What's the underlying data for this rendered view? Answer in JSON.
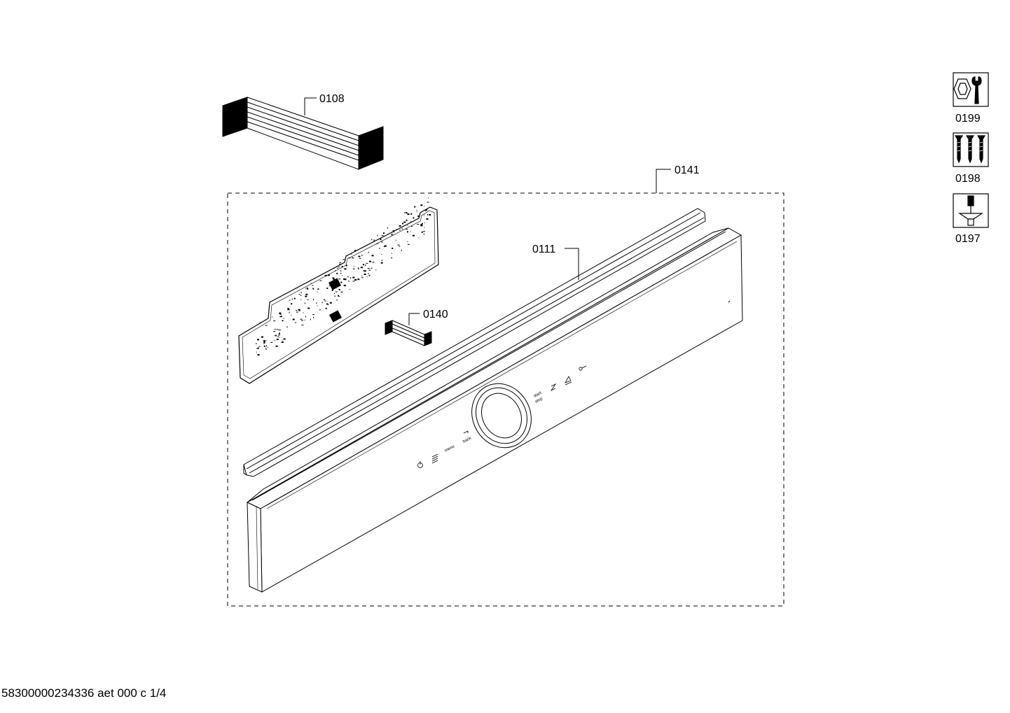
{
  "labels": {
    "ribbon_cable": "0108",
    "panel_assembly": "0141",
    "trim_strip": "0111",
    "connector_cable": "0140"
  },
  "control_panel": {
    "menu_text": "menu",
    "back_text": "back",
    "start_text": "start",
    "stop_text": "stop"
  },
  "legend": [
    {
      "code": "0199",
      "icon": "hex-nut-wrench-icon"
    },
    {
      "code": "0198",
      "icon": "screws-icon"
    },
    {
      "code": "0197",
      "icon": "screwdriver-icon"
    }
  ],
  "footer": "58300000234336 aet 000 c 1/4"
}
